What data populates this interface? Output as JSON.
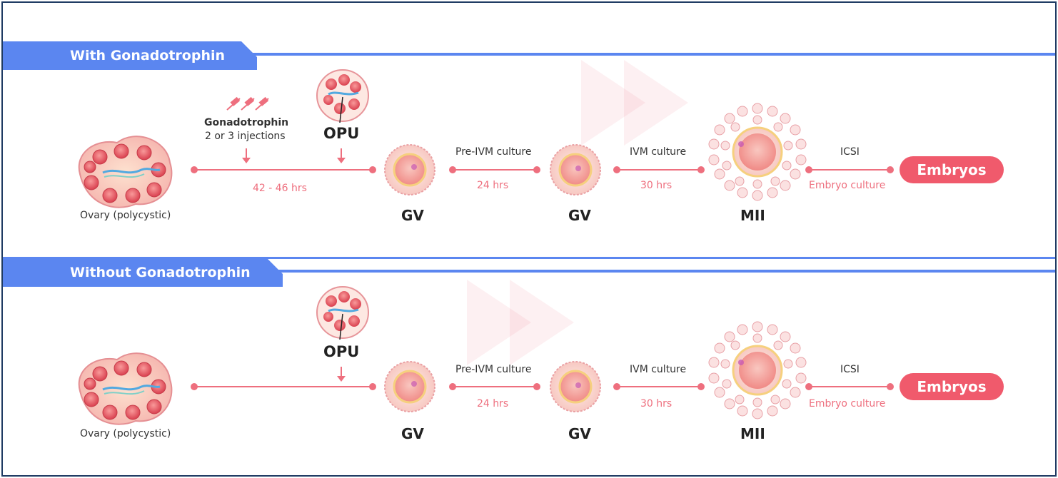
{
  "sections": {
    "with": {
      "title": "With Gonadotrophin",
      "ovary_label": "Ovary (polycystic)",
      "injection_title": "Gonadotrophin",
      "injection_sub": "2 or 3 injections",
      "opu": "OPU",
      "interval": "42 - 46 hrs",
      "pre_ivm": "Pre-IVM culture",
      "pre_ivm_time": "24 hrs",
      "ivm": "IVM culture",
      "ivm_time": "30 hrs",
      "icsi": "ICSI",
      "embryo_culture": "Embryo culture",
      "gv1": "GV",
      "gv2": "GV",
      "mii": "MII",
      "embryos": "Embryos"
    },
    "without": {
      "title": "Without Gonadotrophin",
      "ovary_label": "Ovary (polycystic)",
      "opu": "OPU",
      "pre_ivm": "Pre-IVM culture",
      "pre_ivm_time": "24 hrs",
      "ivm": "IVM culture",
      "ivm_time": "30 hrs",
      "icsi": "ICSI",
      "embryo_culture": "Embryo culture",
      "gv1": "GV",
      "gv2": "GV",
      "mii": "MII",
      "embryos": "Embryos"
    }
  },
  "colors": {
    "accent_blue": "#5b86f0",
    "timeline_pink": "#ee6f7e",
    "embryo_pill": "#f05a6c",
    "border_navy": "#1f3b63"
  }
}
